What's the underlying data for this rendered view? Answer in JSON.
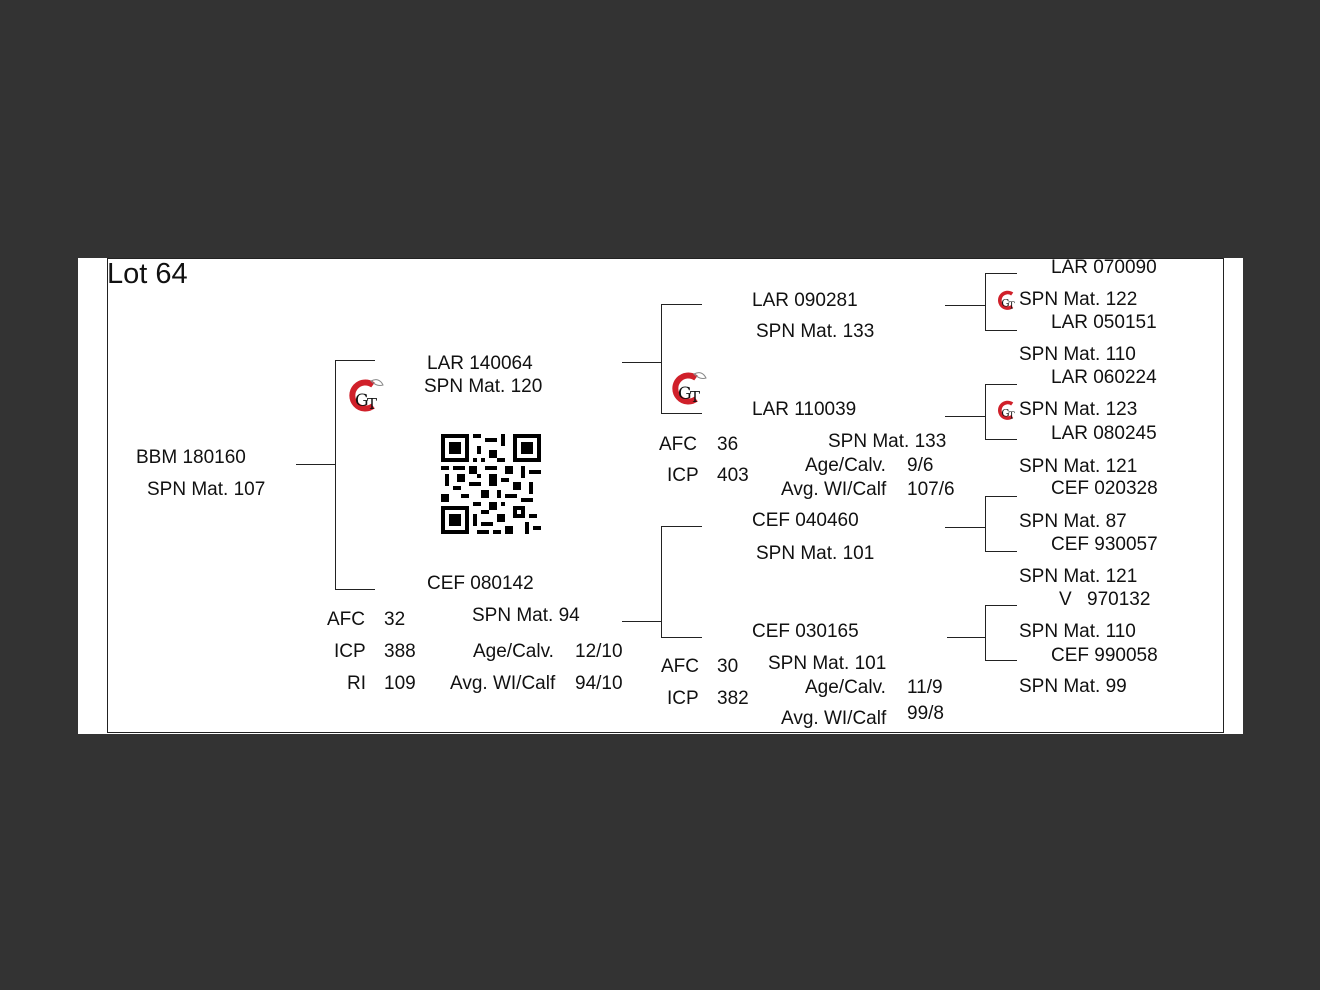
{
  "lot": {
    "title": "Lot 64"
  },
  "subject": {
    "id": "BBM 180160",
    "spn": "SPN Mat. 107"
  },
  "sire": {
    "id": "LAR 140064",
    "spn": "SPN Mat. 120",
    "sire": {
      "id": "LAR 090281",
      "spn": "SPN Mat. 133",
      "sire": {
        "id": "LAR 070090",
        "spn": "SPN Mat. 122"
      },
      "dam": {
        "id": "LAR 050151",
        "spn": "SPN Mat. 110"
      }
    },
    "dam": {
      "id": "LAR 110039",
      "spn": "SPN Mat. 133",
      "afc_label": "AFC",
      "afc": "36",
      "icp_label": "ICP",
      "icp": "403",
      "agecalv_label": "Age/Calv.",
      "agecalv": "9/6",
      "avgwi_label": "Avg. WI/Calf",
      "avgwi": "107/6",
      "sire": {
        "id": "LAR 060224",
        "spn": "SPN Mat. 123"
      },
      "dam": {
        "id": "LAR 080245",
        "spn": "SPN Mat. 121"
      }
    }
  },
  "dam": {
    "id": "CEF 080142",
    "spn": "SPN Mat. 94",
    "afc_label": "AFC",
    "afc": "32",
    "icp_label": "ICP",
    "icp": "388",
    "ri_label": "RI",
    "ri": "109",
    "agecalv_label": "Age/Calv.",
    "agecalv": "12/10",
    "avgwi_label": "Avg. WI/Calf",
    "avgwi": "94/10",
    "sire": {
      "id": "CEF 040460",
      "spn": "SPN Mat. 101",
      "sire": {
        "id": "CEF 020328",
        "spn": "SPN Mat. 87"
      },
      "dam": {
        "id": "CEF 930057",
        "spn": "SPN Mat. 121"
      }
    },
    "dam": {
      "id": "CEF 030165",
      "spn": "SPN Mat. 101",
      "afc_label": "AFC",
      "afc": "30",
      "icp_label": "ICP",
      "icp": "382",
      "agecalv_label": "Age/Calv.",
      "agecalv": "11/9",
      "avgwi_label": "Avg. WI/Calf",
      "avgwi": "99/8",
      "sire": {
        "id_prefix": "V",
        "id": "970132",
        "spn": "SPN Mat. 110"
      },
      "dam": {
        "id": "CEF 990058",
        "spn": "SPN Mat. 99"
      }
    }
  },
  "logos": {
    "icon": "gt-logo",
    "lettering": "GT",
    "accent": "#d0202a"
  },
  "qr": {
    "icon": "qr-code"
  }
}
